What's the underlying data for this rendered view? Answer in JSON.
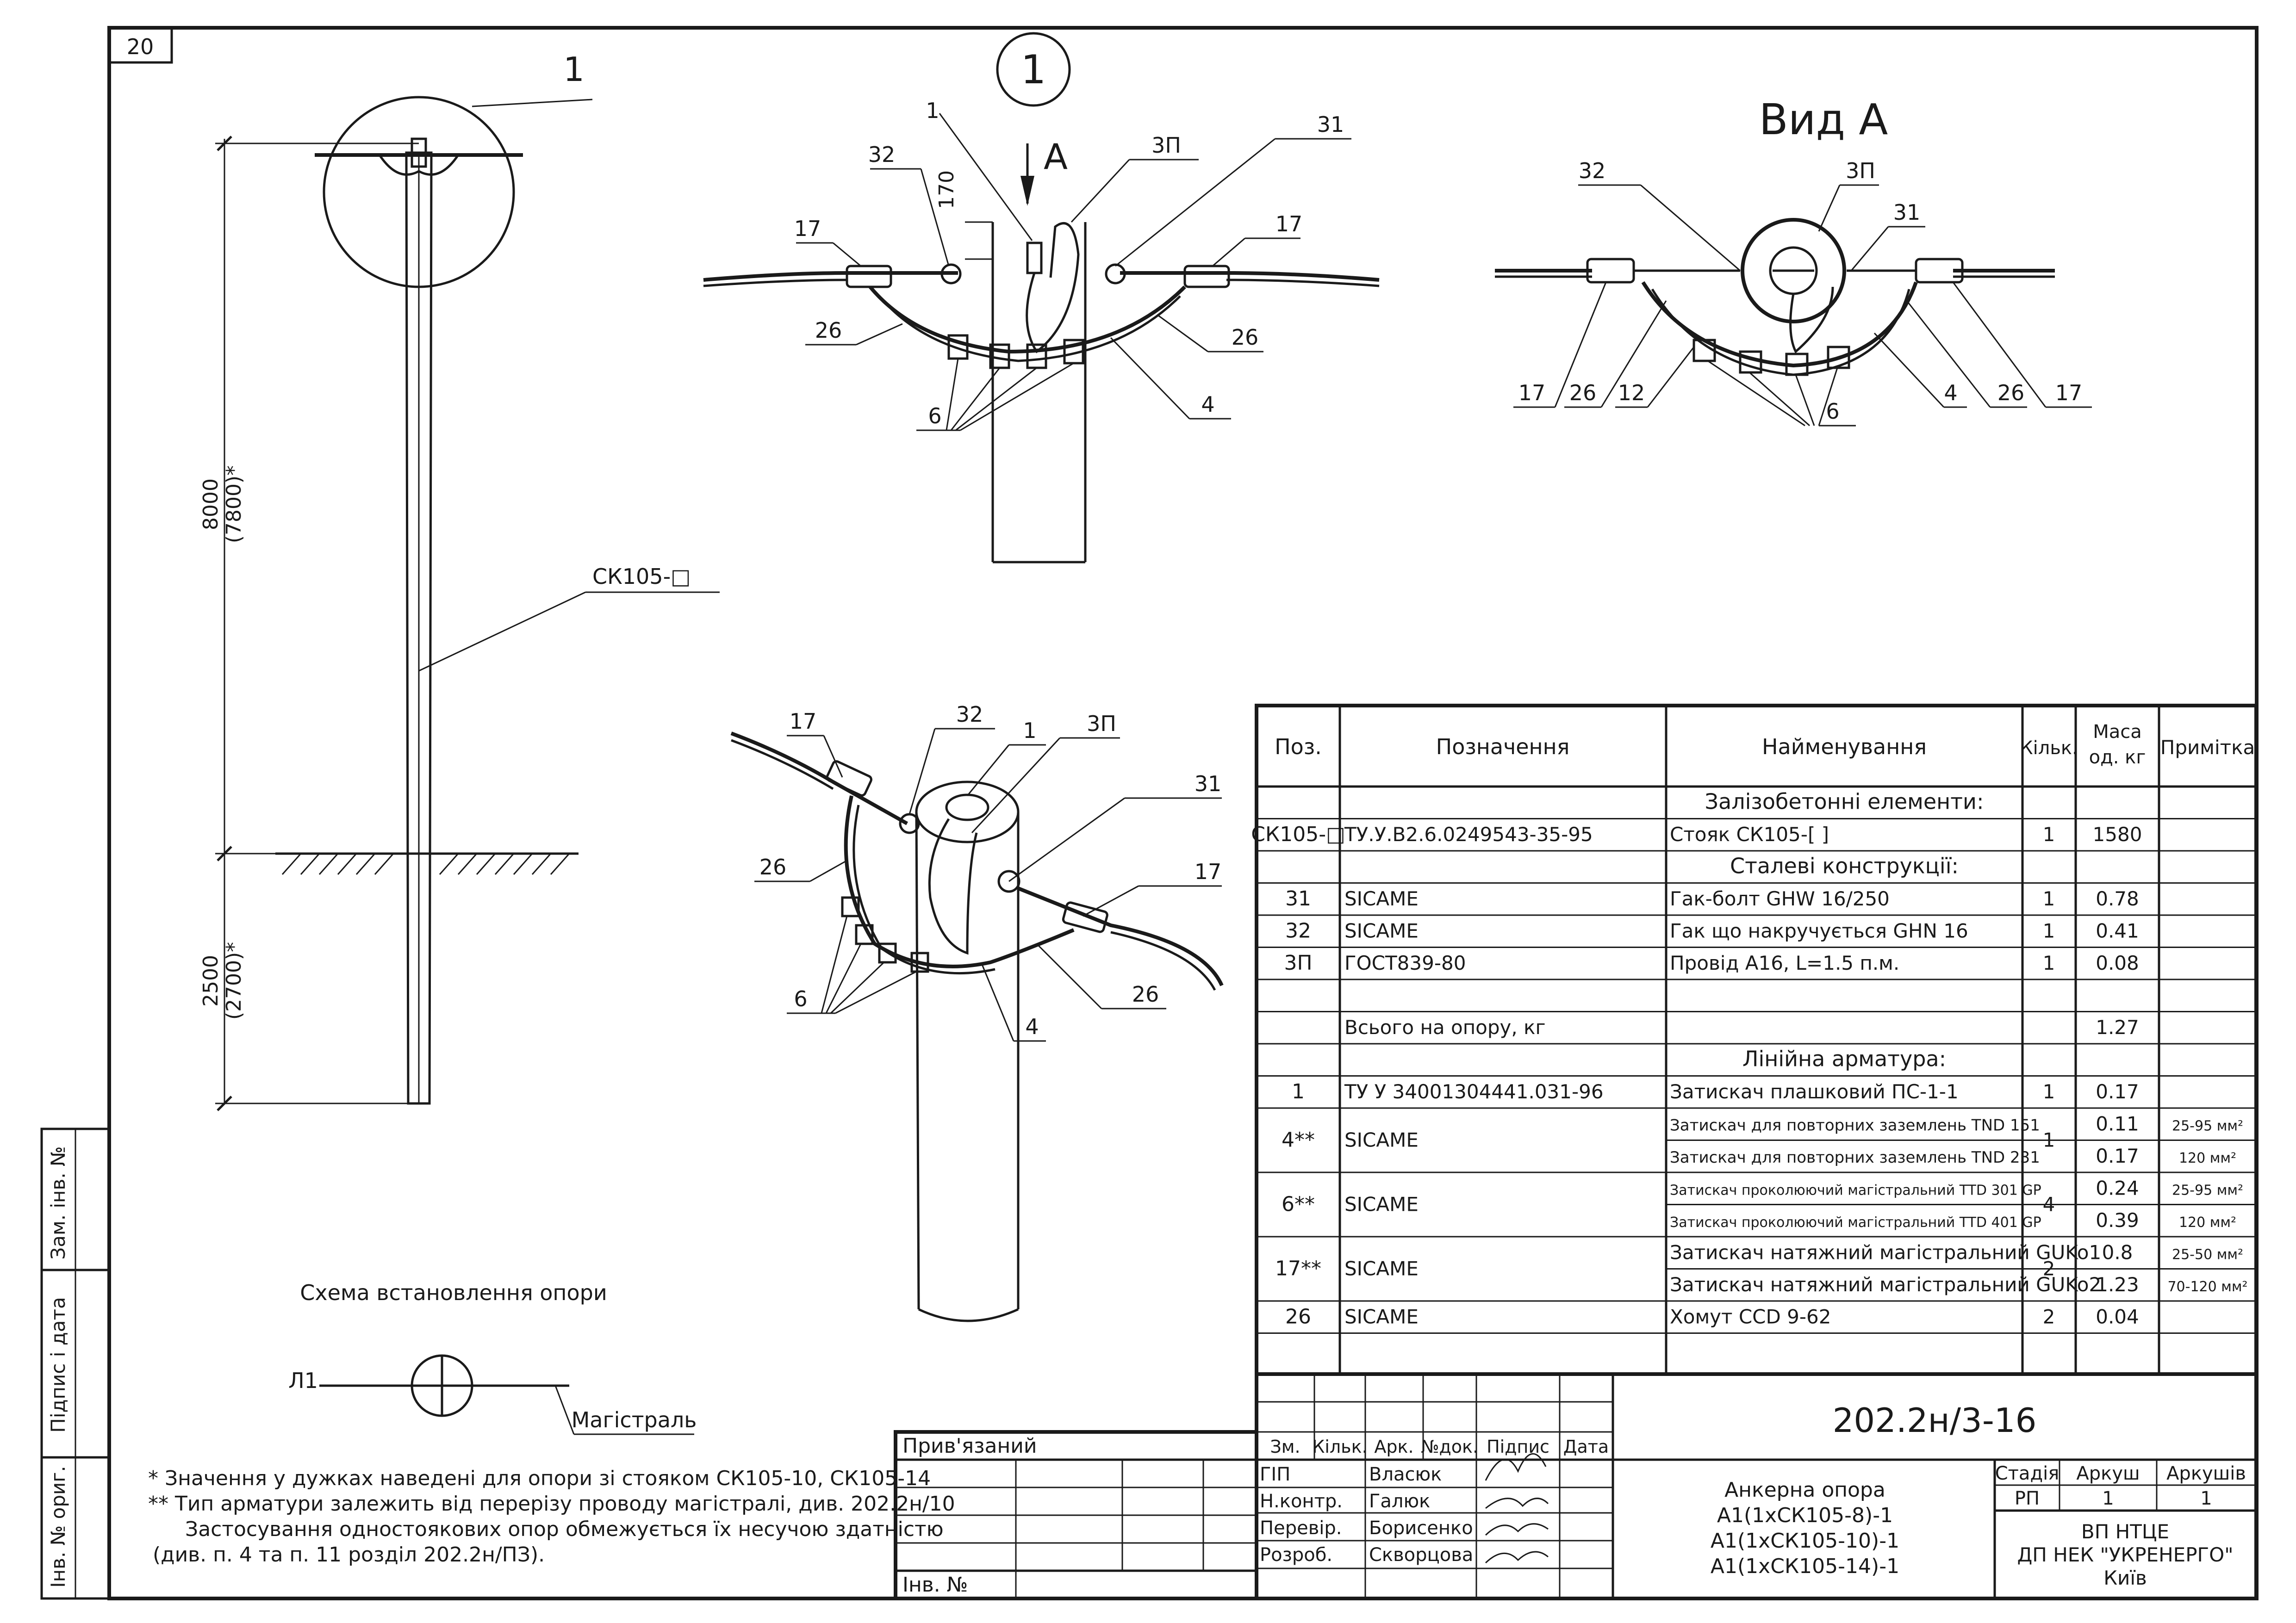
{
  "sheet": {
    "page_number": "20",
    "side_labels": [
      "Зам. інв. №",
      "Підпис і дата",
      "Інв. № ориг."
    ]
  },
  "views": {
    "pole_label_position": "1",
    "pole_type_label": "СК105-□",
    "dim_above_ground": "8000",
    "dim_above_ground_alt": "(7800)*",
    "dim_below_ground": "2500",
    "dim_below_ground_alt": "(2700)*",
    "detail_number": "1",
    "arrow_label": "А",
    "dim_170": "170",
    "view_a_title": "Вид А",
    "callouts_detail": [
      "1",
      "3П",
      "31",
      "32",
      "17",
      "17",
      "26",
      "26",
      "6",
      "4"
    ],
    "callouts_view_a": [
      "32",
      "3П",
      "31",
      "17",
      "26",
      "12",
      "6",
      "4",
      "26",
      "17"
    ],
    "callouts_iso": [
      "17",
      "32",
      "1",
      "3П",
      "31",
      "17",
      "26",
      "6",
      "26",
      "4"
    ]
  },
  "scheme": {
    "title": "Схема встановлення опори",
    "line_label": "Л1",
    "main_label": "Магістраль"
  },
  "notes": [
    "* Значення у дужках наведені для опори зі стояком СК105-10, СК105-14",
    "** Тип арматури залежить від перерізу проводу магістралі, див. 202.2н/10",
    "Застосування одностоякових опор обмежується їх несучою здатністю",
    "(див. п. 4 та п. 11 розділ 202.2н/ПЗ)."
  ],
  "spec": {
    "headers": {
      "pos": "Поз.",
      "designation": "Позначення",
      "name": "Найменування",
      "qty": "Кільк.",
      "mass_1": "Маса",
      "mass_2": "од. кг",
      "note": "Примітка"
    },
    "rows": [
      {
        "section": "Залізобетонні елементи:"
      },
      {
        "pos": "СК105-□",
        "designation": "ТУ.У.В2.6.0249543-35-95",
        "name": "Стояк СК105-[    ]",
        "qty": "1",
        "mass": "1580",
        "note": ""
      },
      {
        "section": "Сталеві конструкції:"
      },
      {
        "pos": "31",
        "designation": "SICAME",
        "name": "Гак-болт GHW 16/250",
        "qty": "1",
        "mass": "0.78",
        "note": ""
      },
      {
        "pos": "32",
        "designation": "SICAME",
        "name": "Гак що накручується GHN 16",
        "qty": "1",
        "mass": "0.41",
        "note": ""
      },
      {
        "pos": "3П",
        "designation": "ГОСТ839-80",
        "name": "Провід А16, L=1.5 п.м.",
        "qty": "1",
        "mass": "0.08",
        "note": ""
      },
      {
        "blank": true
      },
      {
        "pos": "",
        "designation": "Всього на опору, кг",
        "name": "",
        "qty": "",
        "mass": "1.27",
        "note": ""
      },
      {
        "section": "Лінійна арматура:"
      },
      {
        "pos": "1",
        "designation": "ТУ У 34001304441.031-96",
        "name": "Затискач плашковий ПС-1-1",
        "qty": "1",
        "mass": "0.17",
        "note": ""
      },
      {
        "pos": "4**",
        "designation": "SICAME",
        "name": "Затискач для повторних заземлень TND 151",
        "qty": "1",
        "mass": "0.11",
        "note": "25-95 мм²",
        "span": 2
      },
      {
        "cont": true,
        "name": "Затискач для повторних заземлень TND 231",
        "mass": "0.17",
        "note": "120 мм²"
      },
      {
        "pos": "6**",
        "designation": "SICAME",
        "name": "Затискач проколюючий магістральний TTD 301 GP",
        "qty": "4",
        "mass": "0.24",
        "note": "25-95 мм²",
        "span": 2
      },
      {
        "cont": true,
        "name": "Затискач проколюючий магістральний TTD 401 GP",
        "mass": "0.39",
        "note": "120 мм²"
      },
      {
        "pos": "17**",
        "designation": "SICAME",
        "name": "Затискач натяжний магістральний GUKo1",
        "qty": "2",
        "mass": "0.8",
        "note": "25-50 мм²",
        "span": 2
      },
      {
        "cont": true,
        "name": "Затискач натяжний магістральний GUKo2",
        "mass": "1.23",
        "note": "70-120 мм²"
      },
      {
        "pos": "26",
        "designation": "SICAME",
        "name": "Хомут CCD 9-62",
        "qty": "2",
        "mass": "0.04",
        "note": ""
      },
      {
        "blank": true
      }
    ]
  },
  "title_block": {
    "linked_label": "Прив'язаний",
    "inv_label": "Інв. №",
    "col_headers": [
      "Зм.",
      "Кільк.",
      "Арк.",
      "№док.",
      "Підпис",
      "Дата"
    ],
    "roles": [
      {
        "role": "ГІП",
        "name": "Власюк"
      },
      {
        "role": "Н.контр.",
        "name": "Галюк"
      },
      {
        "role": "Перевір.",
        "name": "Борисенко"
      },
      {
        "role": "Розроб.",
        "name": "Скворцова"
      }
    ],
    "doc_code": "202.2н/3-16",
    "title_lines": [
      "Анкерна опора",
      "А1(1хСК105-8)-1",
      "А1(1хСК105-10)-1",
      "А1(1хСК105-14)-1"
    ],
    "stage_label": "Стадія",
    "sheet_label": "Аркуш",
    "sheets_label": "Аркушів",
    "stage": "РП",
    "sheet": "1",
    "sheets": "1",
    "org_lines": [
      "ВП НТЦЕ",
      "ДП НЕК \"УКРЕНЕРГО\"",
      "Київ"
    ]
  }
}
